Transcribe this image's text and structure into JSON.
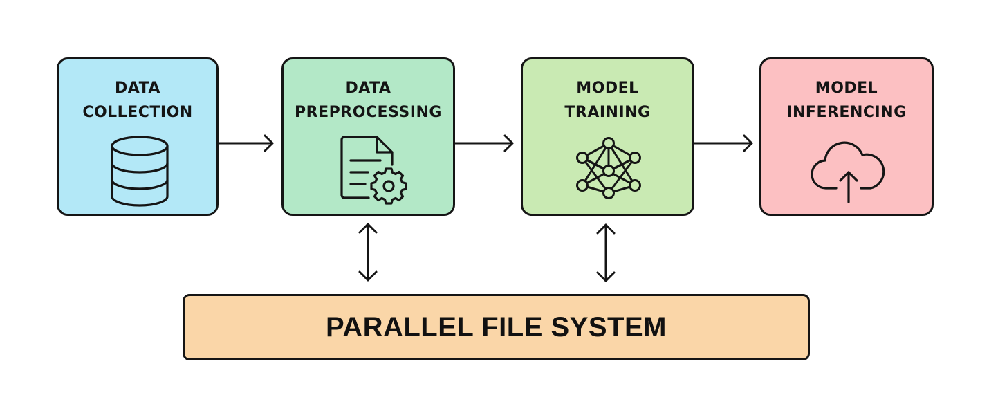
{
  "diagram": {
    "type": "pipeline",
    "stages": [
      {
        "id": "data-collection",
        "title_lines": [
          "DATA",
          "COLLECTION"
        ],
        "icon": "database-icon",
        "color": "#b3e8f7"
      },
      {
        "id": "data-preprocessing",
        "title_lines": [
          "DATA",
          "PREPROCESSING"
        ],
        "icon": "document-gear-icon",
        "color": "#b3e8c7"
      },
      {
        "id": "model-training",
        "title_lines": [
          "MODEL",
          "TRAINING"
        ],
        "icon": "neural-network-icon",
        "color": "#c9eab3"
      },
      {
        "id": "model-inferencing",
        "title_lines": [
          "MODEL",
          "INFERENCING"
        ],
        "icon": "cloud-upload-icon",
        "color": "#fcc0c2"
      }
    ],
    "storage": {
      "id": "parallel-file-system",
      "label": "PARALLEL FILE SYSTEM",
      "color": "#fad6a8"
    },
    "edges": [
      {
        "from": "data-collection",
        "to": "data-preprocessing",
        "direction": "forward"
      },
      {
        "from": "data-preprocessing",
        "to": "model-training",
        "direction": "forward"
      },
      {
        "from": "model-training",
        "to": "model-inferencing",
        "direction": "forward"
      },
      {
        "from": "data-preprocessing",
        "to": "parallel-file-system",
        "direction": "bidirectional"
      },
      {
        "from": "model-training",
        "to": "parallel-file-system",
        "direction": "bidirectional"
      }
    ]
  }
}
